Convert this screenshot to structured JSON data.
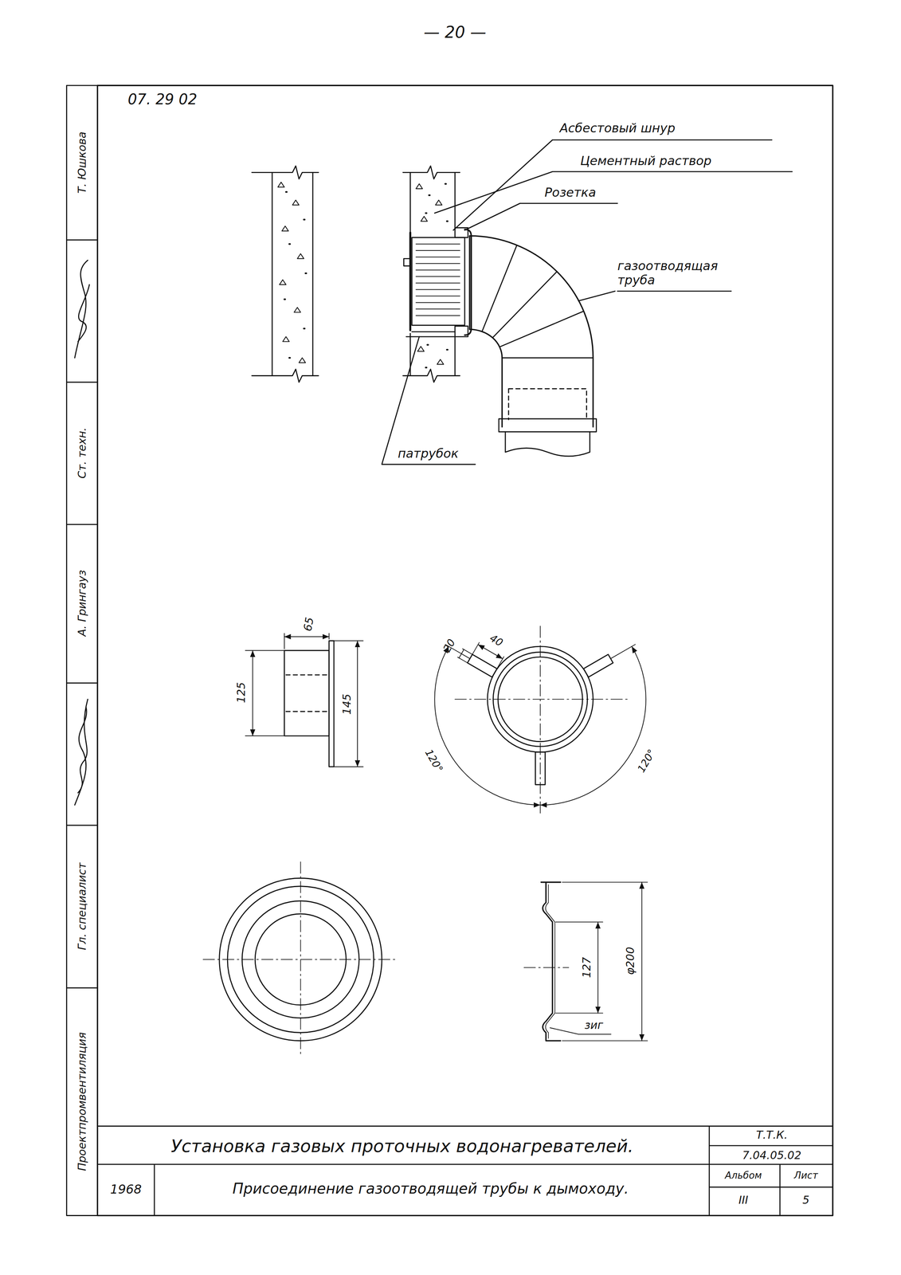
{
  "diagram": {
    "title": "Установка газовых проточных водонагревателей.",
    "caption": "Присоединение газоотводящей трубы к дымоходу.",
    "labels": [
      "— 20 —",
      "07. 29 02",
      "Асбестовый шнур",
      "Цементный раствор",
      "Розетка",
      "газоотводящая труба",
      "патрубок",
      "65",
      "125",
      "145",
      "20",
      "40",
      "120°",
      "120°",
      "127",
      "φ200",
      "зиг",
      "Т. Юшкова",
      "Ст. техн.",
      "А. Грингауз",
      "Гл. специалист",
      "Проектпромвентиляция",
      "Т.Т.К.",
      "7.04.05.02",
      "1968",
      "Альбом",
      "Лист",
      "III",
      "5"
    ]
  }
}
